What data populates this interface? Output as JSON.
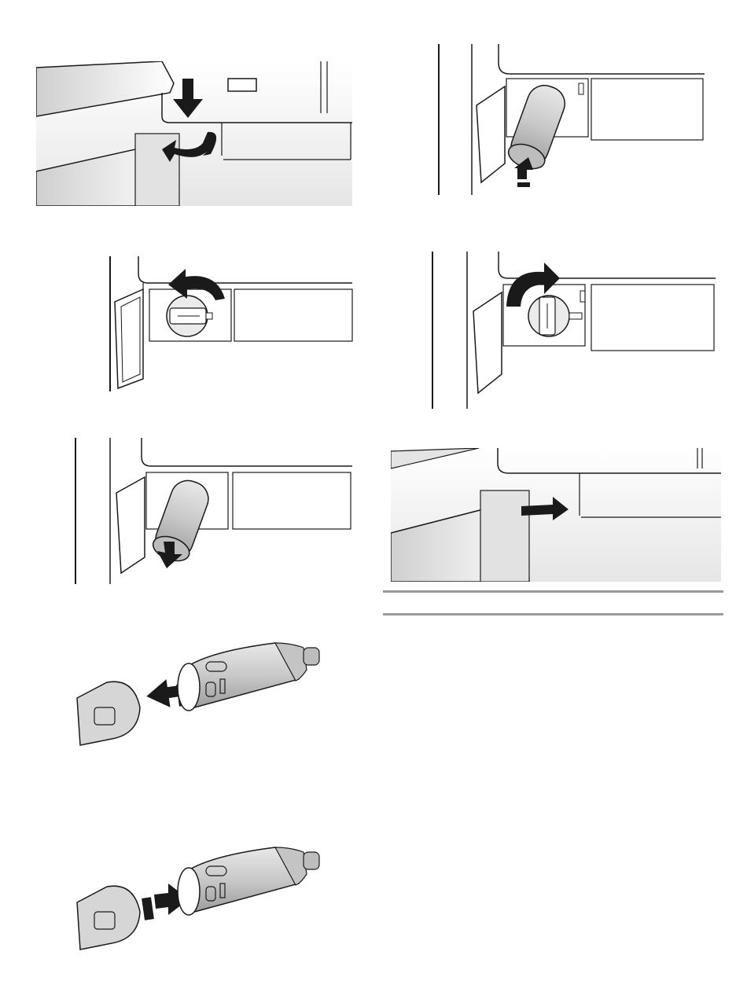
{
  "colors": {
    "ink": "#1a1a1a",
    "rule": "#9a9a9a",
    "shade": "#d8d8d8",
    "filter_body": "#cfcfcf"
  },
  "figures": [
    {
      "id": "step-1",
      "icon": "lower-and-open-crisper-drawer-illustration"
    },
    {
      "id": "step-2",
      "icon": "turn-filter-cap-counterclockwise-illustration"
    },
    {
      "id": "step-3",
      "icon": "pull-filter-out-illustration"
    },
    {
      "id": "step-4",
      "icon": "remove-cap-from-filter-illustration"
    },
    {
      "id": "step-5",
      "icon": "attach-cap-to-new-filter-illustration"
    },
    {
      "id": "step-6",
      "icon": "insert-new-filter-illustration"
    },
    {
      "id": "step-7",
      "icon": "turn-filter-cap-clockwise-illustration"
    },
    {
      "id": "step-8",
      "icon": "close-crisper-drawer-illustration"
    }
  ]
}
